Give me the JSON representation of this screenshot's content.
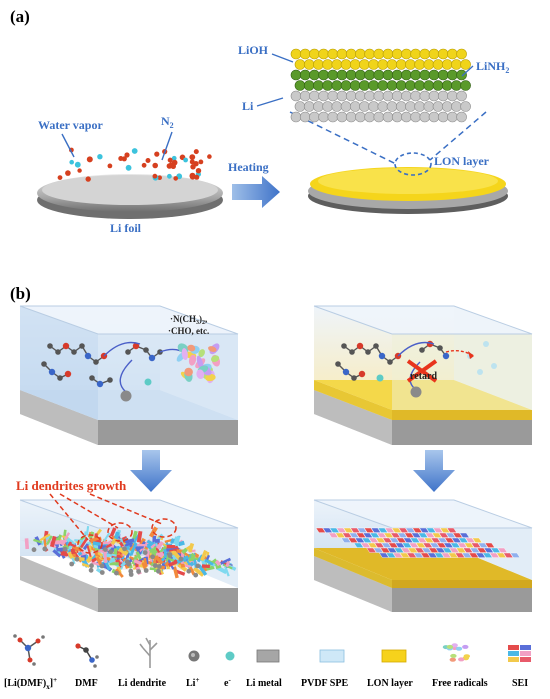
{
  "panel_a": {
    "tag": "(a)",
    "water_vapor": "Water vapor",
    "n2": "N",
    "n2_sub": "2",
    "li_foil": "Li foil",
    "heating": "Heating",
    "lioh": "LiOH",
    "linh2": "LiNH",
    "linh2_sub": "2",
    "li": "Li",
    "lon_layer": "LON layer"
  },
  "panel_b": {
    "tag": "(b)",
    "radicals_line1": "·N(CH",
    "radicals_sub": "3",
    "radicals_line1_end": ")",
    "radicals_sub2": "2",
    "radicals_line1_tail": ",",
    "radicals_line2": "·CHO, etc.",
    "retard": "retard",
    "dendrites_growth": "Li dendrites growth"
  },
  "legend": {
    "items": [
      {
        "label": "[Li(DMF)",
        "sub": "x",
        "sup": "]",
        "sup2": "+"
      },
      {
        "label": "DMF"
      },
      {
        "label": "Li dendrite"
      },
      {
        "label": "Li",
        "sup": "+"
      },
      {
        "label": "e",
        "sup": "-"
      },
      {
        "label": "Li metal"
      },
      {
        "label": "PVDF SPE"
      },
      {
        "label": "LON layer"
      },
      {
        "label": "Free radicals"
      },
      {
        "label": "SEI"
      }
    ]
  },
  "colors": {
    "label_blue": "#3a6fc4",
    "dendrite_red": "#e03a1e",
    "lon_yellow": "#f2d21e",
    "box_blue": "#cfe3f3",
    "arrow_blue": "#4a7fd0"
  }
}
